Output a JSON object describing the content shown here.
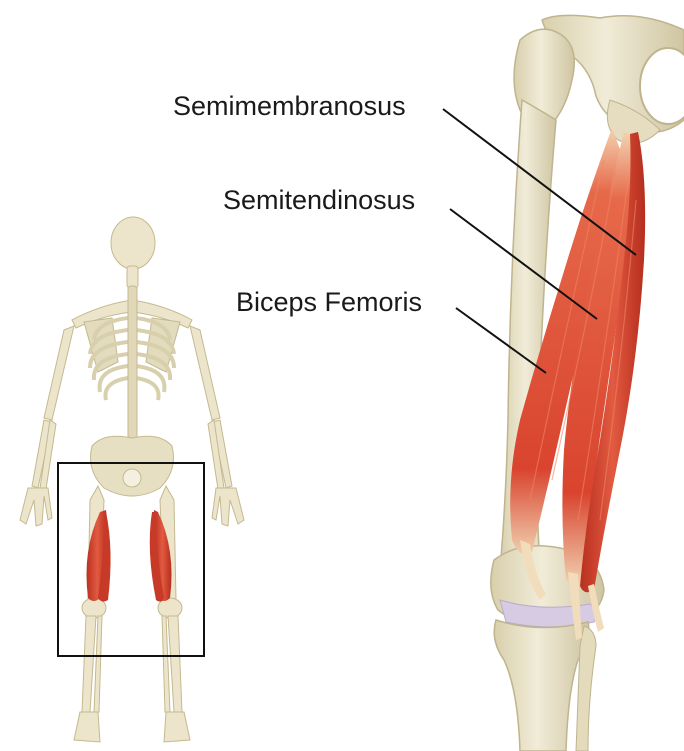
{
  "labels": {
    "semimembranosus": "Semimembranosus",
    "semitendinosus": "Semitendinosus",
    "biceps_femoris": "Biceps Femoris"
  },
  "colors": {
    "bone": "#e9e2c8",
    "bone_shadow": "#c9bf9c",
    "muscle": "#d8422e",
    "muscle_dark": "#b22a1c",
    "tendon": "#f2dfc0",
    "cartilage": "#d9cfe6",
    "leader_line": "#111111",
    "frame": "#111111"
  }
}
